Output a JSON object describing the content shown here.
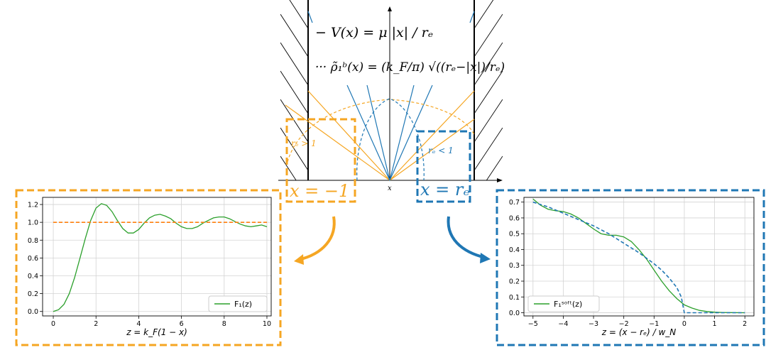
{
  "colors": {
    "orange": "#f5a623",
    "blue": "#1f77b4",
    "green": "#2ca02c",
    "dashed_orange": "#ff7f0e",
    "axis": "#000000",
    "grid": "#d3d3d3"
  },
  "diagram": {
    "legend_V": "− V(x) = μ |x| / rₑ",
    "legend_rho": "··· ρ̃₁ᵇ(x) = (k_F/π) √((rₑ−|x|)/rₑ)",
    "label_re_gt": "rₑ > 1",
    "label_re_lt": "rₑ < 1",
    "x_axis_label": "x",
    "box_left_label": "x = −1",
    "box_right_label": "x = rₑ"
  },
  "chart_data": [
    {
      "type": "line",
      "xlabel": "z = k_F(1 − x)",
      "ylabel": "",
      "xlim": [
        -0.5,
        10.2
      ],
      "ylim": [
        -0.05,
        1.28
      ],
      "xticks": [
        0,
        2,
        4,
        6,
        8,
        10
      ],
      "yticks": [
        0.0,
        0.2,
        0.4,
        0.6,
        0.8,
        1.0,
        1.2
      ],
      "xtick_labels": [
        "0",
        "2",
        "4",
        "6",
        "8",
        "10"
      ],
      "ytick_labels": [
        "0.0",
        "0.2",
        "0.4",
        "0.6",
        "0.8",
        "1.0",
        "1.2"
      ],
      "grid": true,
      "legend_position": "bottom-right",
      "series": [
        {
          "name": "F₁(z)",
          "style": "solid",
          "color": "#2ca02c",
          "x": [
            0,
            0.25,
            0.5,
            0.75,
            1.0,
            1.25,
            1.5,
            1.75,
            2.0,
            2.25,
            2.5,
            2.75,
            3.0,
            3.25,
            3.5,
            3.75,
            4.0,
            4.25,
            4.5,
            4.75,
            5.0,
            5.25,
            5.5,
            5.75,
            6.0,
            6.25,
            6.5,
            6.75,
            7.0,
            7.25,
            7.5,
            7.75,
            8.0,
            8.25,
            8.5,
            8.75,
            9.0,
            9.25,
            9.5,
            9.75,
            10.0
          ],
          "y": [
            0.0,
            0.02,
            0.08,
            0.2,
            0.38,
            0.6,
            0.82,
            1.02,
            1.16,
            1.21,
            1.19,
            1.12,
            1.02,
            0.93,
            0.88,
            0.88,
            0.92,
            0.99,
            1.05,
            1.08,
            1.09,
            1.07,
            1.04,
            0.99,
            0.95,
            0.93,
            0.93,
            0.95,
            0.99,
            1.02,
            1.05,
            1.06,
            1.06,
            1.04,
            1.01,
            0.98,
            0.96,
            0.95,
            0.96,
            0.97,
            0.95
          ]
        },
        {
          "name": "",
          "style": "dashed",
          "color": "#ff7f0e",
          "x": [
            0,
            10
          ],
          "y": [
            1.0,
            1.0
          ]
        }
      ]
    },
    {
      "type": "line",
      "xlabel": "z = (x − rₑ) / w_N",
      "ylabel": "",
      "xlim": [
        -5.3,
        2.3
      ],
      "ylim": [
        -0.02,
        0.73
      ],
      "xticks": [
        -5,
        -4,
        -3,
        -2,
        -1,
        0,
        1,
        2
      ],
      "yticks": [
        0.0,
        0.1,
        0.2,
        0.3,
        0.4,
        0.5,
        0.6,
        0.7
      ],
      "xtick_labels": [
        "−5",
        "−4",
        "−3",
        "−2",
        "−1",
        "0",
        "1",
        "2"
      ],
      "ytick_labels": [
        "0.0",
        "0.1",
        "0.2",
        "0.3",
        "0.4",
        "0.5",
        "0.6",
        "0.7"
      ],
      "grid": true,
      "legend_position": "bottom-left",
      "series": [
        {
          "name": "F₁ˢᵒᶠᵗ(z)",
          "style": "solid",
          "color": "#2ca02c",
          "x": [
            -5.0,
            -4.75,
            -4.5,
            -4.25,
            -4.0,
            -3.75,
            -3.5,
            -3.25,
            -3.0,
            -2.75,
            -2.5,
            -2.25,
            -2.0,
            -1.75,
            -1.5,
            -1.25,
            -1.0,
            -0.75,
            -0.5,
            -0.25,
            0.0,
            0.25,
            0.5,
            0.75,
            1.0,
            1.25,
            1.5,
            2.0
          ],
          "y": [
            0.72,
            0.68,
            0.655,
            0.645,
            0.64,
            0.625,
            0.6,
            0.565,
            0.53,
            0.5,
            0.49,
            0.49,
            0.48,
            0.45,
            0.4,
            0.34,
            0.27,
            0.2,
            0.14,
            0.09,
            0.05,
            0.03,
            0.015,
            0.008,
            0.004,
            0.002,
            0.001,
            0.0
          ]
        },
        {
          "name": "",
          "style": "dashed",
          "color": "#1f77b4",
          "x": [
            -5.0,
            -4.5,
            -4.0,
            -3.5,
            -3.0,
            -2.5,
            -2.0,
            -1.5,
            -1.0,
            -0.75,
            -0.5,
            -0.25,
            -0.1,
            0.0,
            2.0
          ],
          "y": [
            0.7,
            0.67,
            0.63,
            0.59,
            0.55,
            0.5,
            0.44,
            0.38,
            0.31,
            0.27,
            0.22,
            0.16,
            0.1,
            0.0,
            0.0
          ]
        }
      ]
    }
  ]
}
